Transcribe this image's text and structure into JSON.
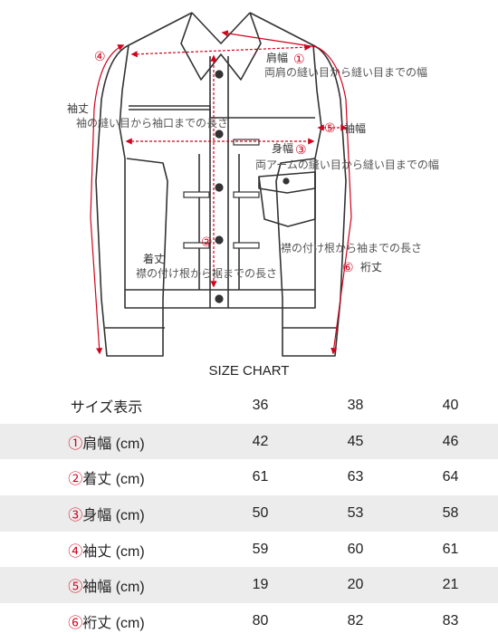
{
  "diagram": {
    "labels": {
      "shoulder_title": "肩幅",
      "shoulder_desc": "両肩の縫い目から縫い目までの幅",
      "sleeve_length_title": "袖丈",
      "sleeve_length_desc": "袖の縫い目から袖口までの長さ",
      "sleeve_width_title": "袖幅",
      "chest_title": "身幅",
      "chest_desc": "両アームの縫い目から縫い目までの幅",
      "length_title": "着丈",
      "length_desc": "襟の付け根から裾までの長さ",
      "yuki_desc": "襟の付け根から袖までの長さ",
      "yuki_title": "裄丈"
    },
    "markers": {
      "shoulder": "①",
      "length": "②",
      "chest": "③",
      "sleeve_length": "④",
      "sleeve_width": "⑤",
      "yuki": "⑥"
    },
    "colors": {
      "accent": "#d0021b",
      "line": "#333333"
    }
  },
  "chart": {
    "title": "SIZE CHART",
    "header": {
      "label": "サイズ表示",
      "sizes": [
        "36",
        "38",
        "40"
      ]
    },
    "rows": [
      {
        "marker": "①",
        "name": "肩幅 (cm)",
        "values": [
          "42",
          "45",
          "46"
        ]
      },
      {
        "marker": "②",
        "name": "着丈 (cm)",
        "values": [
          "61",
          "63",
          "64"
        ]
      },
      {
        "marker": "③",
        "name": "身幅 (cm)",
        "values": [
          "50",
          "53",
          "58"
        ]
      },
      {
        "marker": "④",
        "name": "袖丈 (cm)",
        "values": [
          "59",
          "60",
          "61"
        ]
      },
      {
        "marker": "⑤",
        "name": "袖幅 (cm)",
        "values": [
          "19",
          "20",
          "21"
        ]
      },
      {
        "marker": "⑥",
        "name": "裄丈 (cm)",
        "values": [
          "80",
          "82",
          "83"
        ]
      }
    ]
  }
}
